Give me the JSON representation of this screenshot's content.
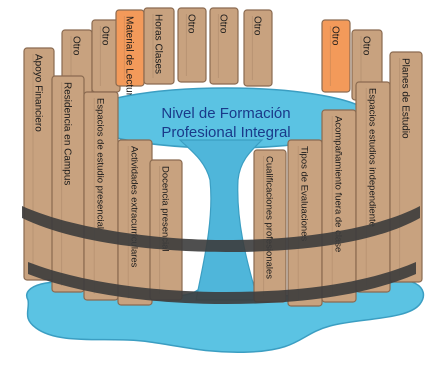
{
  "diagram": {
    "title_line1": "Nivel de Formación",
    "title_line2": "Profesional Integral",
    "staves": [
      {
        "label": "Apoyo Financiero"
      },
      {
        "label": "Residencia en Campus"
      },
      {
        "label": "Espacios de estudio presencial"
      },
      {
        "label": "Actividades extracurriculares"
      },
      {
        "label": "Docencia presencial"
      },
      {
        "label": "Otro"
      },
      {
        "label": "Otro"
      },
      {
        "label": "Material de Lectura",
        "highlight": true
      },
      {
        "label": "Horas Clases"
      },
      {
        "label": "Otro"
      },
      {
        "label": "Otro"
      },
      {
        "label": "Otro"
      },
      {
        "label": "Otro",
        "highlight": true
      },
      {
        "label": "Otro"
      },
      {
        "label": "Cualificaciones profesionales"
      },
      {
        "label": "Tipos de Evaluaciones"
      },
      {
        "label": "Acompañamiento fuera de clase"
      },
      {
        "label": "Espacios estudios independiente"
      },
      {
        "label": "Planes de Estudio"
      }
    ]
  },
  "colors": {
    "wood": "#c8a27f",
    "wood_edge": "#8a6a50",
    "highlight": "#f39a5a",
    "water": "#5bc3e3",
    "water_dark": "#3b9ec2",
    "band": "#3c3c3c",
    "title": "#1a3a8a"
  }
}
